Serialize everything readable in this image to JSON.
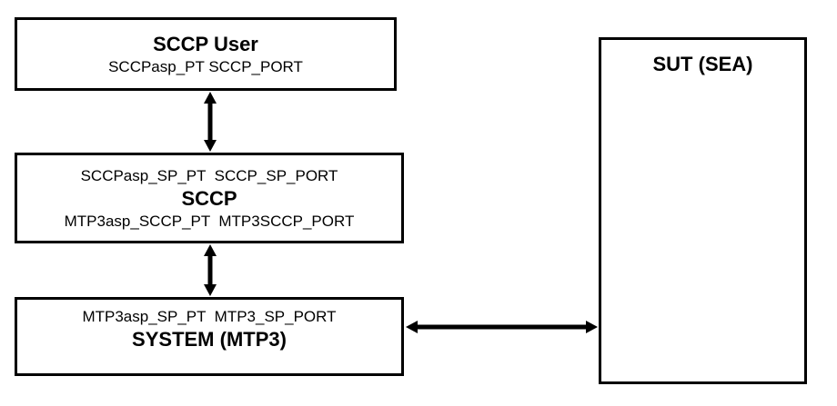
{
  "diagram": {
    "boxes": {
      "sccp_user": {
        "title": "SCCP User",
        "ports": "SCCPasp_PT SCCP_PORT"
      },
      "sccp": {
        "top_ports": "SCCPasp_SP_PT  SCCP_SP_PORT",
        "title": "SCCP",
        "bottom_ports": "MTP3asp_SCCP_PT  MTP3SCCP_PORT"
      },
      "system_mtp3": {
        "top_ports": "MTP3asp_SP_PT  MTP3_SP_PORT",
        "title": "SYSTEM (MTP3)"
      },
      "sut": {
        "title": "SUT (SEA)"
      }
    },
    "connectors": [
      {
        "name": "sccp-user-to-sccp",
        "type": "double-headed-arrow",
        "orientation": "vertical"
      },
      {
        "name": "sccp-to-system-mtp3",
        "type": "double-headed-arrow",
        "orientation": "vertical"
      },
      {
        "name": "system-mtp3-to-sut",
        "type": "double-headed-arrow",
        "orientation": "horizontal"
      }
    ],
    "colors": {
      "border": "#000000",
      "text": "#000000",
      "background": "#ffffff",
      "arrow": "#000000"
    }
  }
}
